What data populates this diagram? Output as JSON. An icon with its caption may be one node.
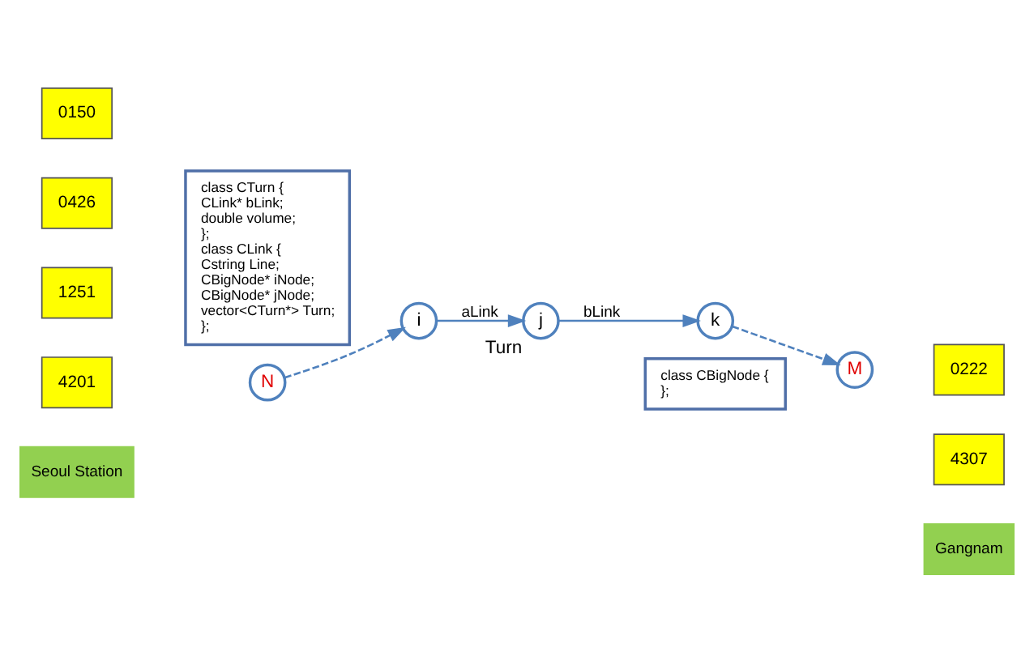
{
  "diagram": {
    "nodes": [
      {
        "text": [
          "class CTurn {",
          "CLink* bLink;",
          "double volume;",
          "};",
          "class CLink {",
          "Cstring Line;",
          "CBigNode* iNode;",
          "CBigNode* jNode;",
          "vector<CTurn*> Turn;",
          "};"
        ]
      },
      {
        "text": [
          "class CBigNode {",
          "};"
        ]
      },
      {
        "text": [
          "0150"
        ]
      },
      {
        "text": [
          "0426"
        ]
      },
      {
        "text": [
          "1251"
        ]
      },
      {
        "text": [
          "4201"
        ]
      },
      {
        "text": [
          "N"
        ]
      },
      {
        "text": [
          "Seoul Station"
        ]
      },
      {
        "text": [
          "i"
        ]
      },
      {
        "text": [
          "j"
        ],
        "beside": [
          "Turn"
        ]
      },
      {
        "text": [
          "k"
        ]
      },
      {
        "text": [
          "M"
        ]
      },
      {
        "text": [
          "0222"
        ]
      },
      {
        "text": [
          "4307"
        ]
      },
      {
        "text": [
          "Gangnam"
        ]
      }
    ],
    "edges": [
      {
        "from": 6,
        "to": 8,
        "arrow": "to",
        "style": "dashed"
      },
      {
        "from": 8,
        "to": 9,
        "arrow": "to",
        "label": "aLink"
      },
      {
        "from": 9,
        "to": 10,
        "arrow": "to",
        "label": "bLink"
      },
      {
        "from": 10,
        "to": 11,
        "arrow": "to",
        "style": "dashed"
      }
    ]
  }
}
